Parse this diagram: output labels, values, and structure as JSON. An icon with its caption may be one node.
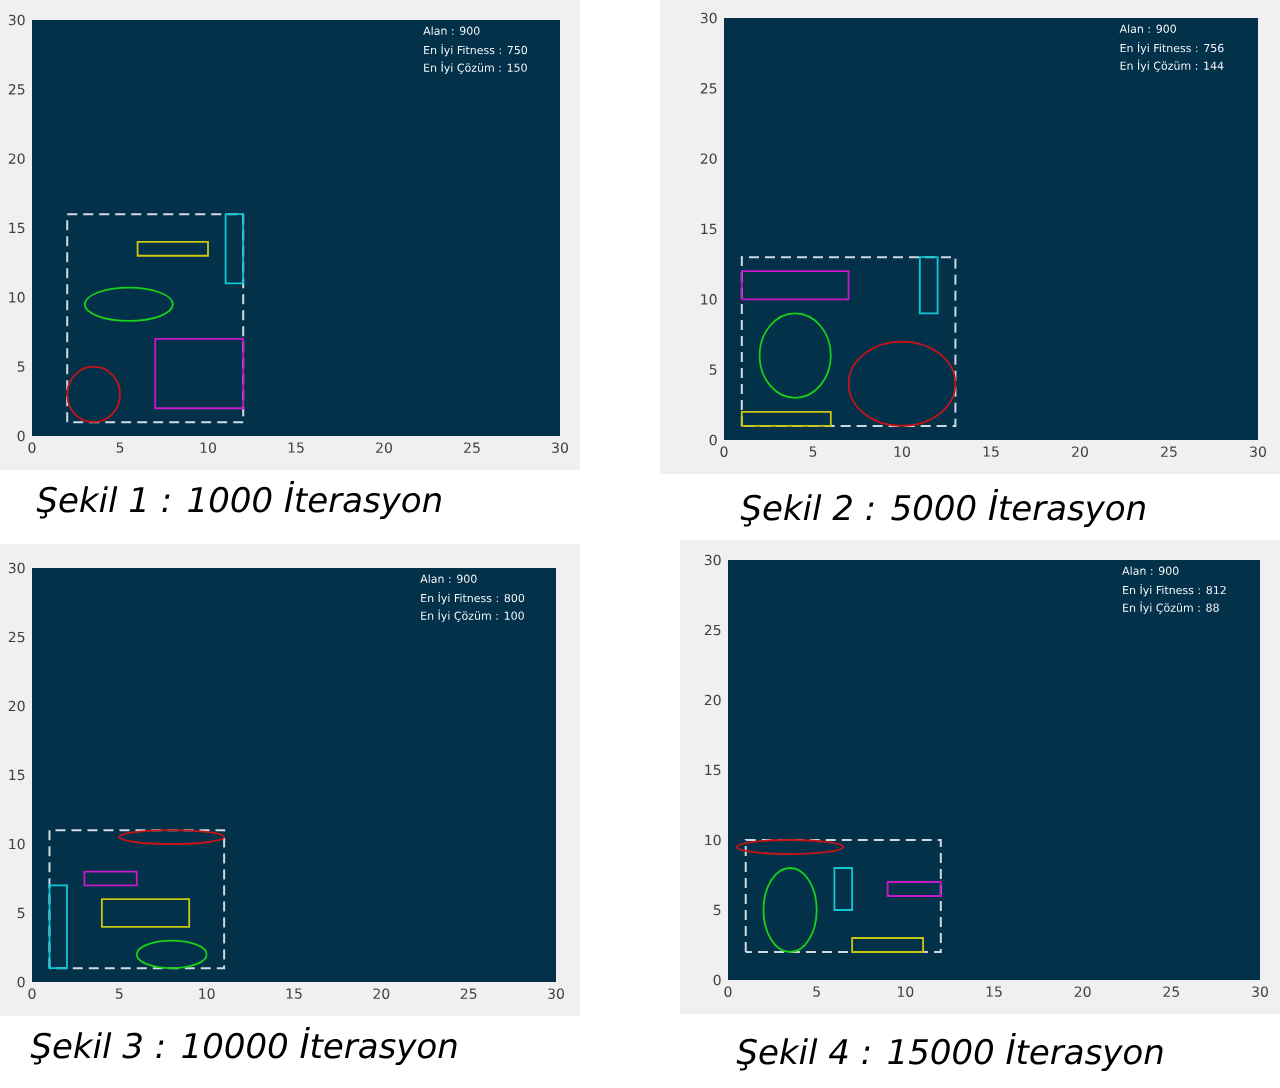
{
  "diagram": {
    "labels": [
      "30",
      "25",
      "20",
      "15",
      "10",
      "5",
      "0",
      "0",
      "5",
      "10",
      "15",
      "20",
      "25",
      "30",
      "Alan : 900",
      "En İyi Fitness : 750",
      "En İyi Çözüm : 150",
      "Şekil 1 : 1000 İterasyon",
      "30",
      "25",
      "20",
      "15",
      "10",
      "5",
      "0",
      "0",
      "5",
      "10",
      "15",
      "20",
      "25",
      "30",
      "Alan : 900",
      "En İyi Fitness : 756",
      "En İyi Çözüm : 144",
      "Şekil 2 : 5000 İterasyon",
      "30",
      "25",
      "20",
      "15",
      "10",
      "5",
      "0",
      "0",
      "5",
      "10",
      "15",
      "20",
      "25",
      "30",
      "Alan : 900",
      "En İyi Fitness : 800",
      "En İyi Çözüm : 100",
      "Şekil 3 : 10000 İterasyon",
      "30",
      "25",
      "20",
      "15",
      "10",
      "5",
      "0",
      "0",
      "5",
      "10",
      "15",
      "20",
      "25",
      "30",
      "Alan : 900",
      "En İyi Fitness : 812",
      "En İyi Çözüm : 88",
      "Şekil 4 : 15000 İterasyon"
    ]
  }
}
